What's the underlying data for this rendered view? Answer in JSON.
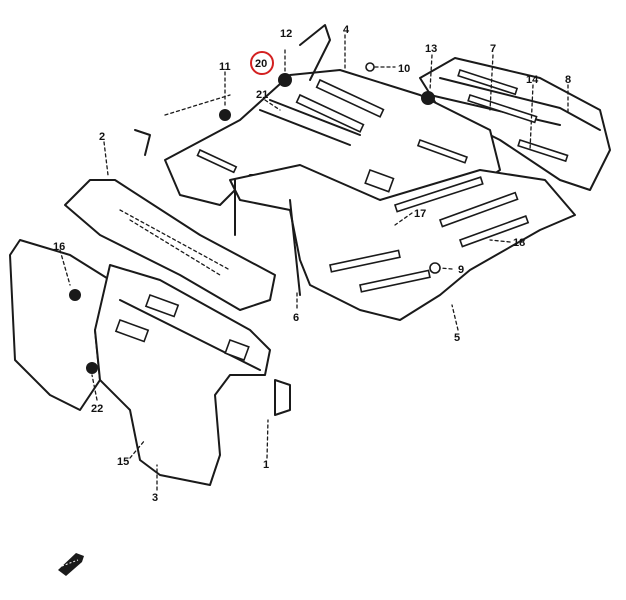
{
  "callouts": [
    {
      "id": "c12",
      "label": "12"
    },
    {
      "id": "c20",
      "label": "20",
      "highlight": true
    },
    {
      "id": "c4",
      "label": "4"
    },
    {
      "id": "c10",
      "label": "10"
    },
    {
      "id": "c13",
      "label": "13"
    },
    {
      "id": "c7",
      "label": "7"
    },
    {
      "id": "c14",
      "label": "14"
    },
    {
      "id": "c8",
      "label": "8"
    },
    {
      "id": "c11",
      "label": "11"
    },
    {
      "id": "c21",
      "label": "21"
    },
    {
      "id": "c2",
      "label": "2"
    },
    {
      "id": "c17",
      "label": "17"
    },
    {
      "id": "c18",
      "label": "18"
    },
    {
      "id": "c9",
      "label": "9"
    },
    {
      "id": "c6",
      "label": "6"
    },
    {
      "id": "c5",
      "label": "5"
    },
    {
      "id": "c16",
      "label": "16"
    },
    {
      "id": "c22",
      "label": "22"
    },
    {
      "id": "c15",
      "label": "15"
    },
    {
      "id": "c1",
      "label": "1"
    },
    {
      "id": "c3",
      "label": "3"
    }
  ],
  "colors": {
    "line": "#1a1a1a",
    "highlight": "#d32020",
    "background": "#ffffff"
  },
  "icons": {
    "front_arrow": "front-arrow-icon"
  }
}
